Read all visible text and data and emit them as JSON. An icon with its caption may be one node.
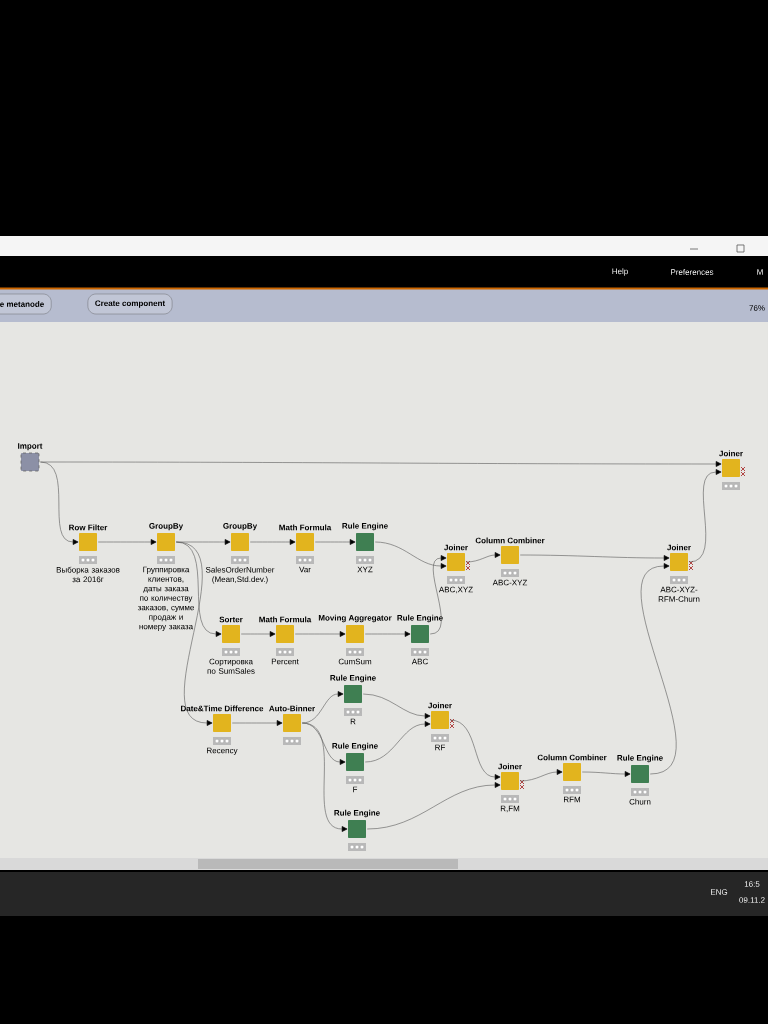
{
  "diagram": {
    "nodes": [
      {
        "text": [
          "Import"
        ]
      },
      {
        "text": [
          "Row Filter"
        ],
        "beside": [
          "Выборка заказов за 2016г"
        ]
      },
      {
        "text": [
          "GroupBy"
        ],
        "beside": [
          "Группировка клиентов, даты заказа по количеству заказов, сумме продаж и номеру заказа"
        ]
      },
      {
        "text": [
          "GroupBy"
        ],
        "beside": [
          "SalesOrderNumber (Mean,Std.dev.)"
        ]
      },
      {
        "text": [
          "Math Formula"
        ],
        "beside": [
          "Var"
        ]
      },
      {
        "text": [
          "Rule Engine"
        ],
        "beside": [
          "XYZ"
        ]
      },
      {
        "text": [
          "Joiner"
        ],
        "beside": [
          "ABC,XYZ"
        ]
      },
      {
        "text": [
          "Column Combiner"
        ],
        "beside": [
          "ABC-XYZ"
        ]
      },
      {
        "text": [
          "Joiner"
        ],
        "beside": [
          "ABC-XYZ-RFM-Churn"
        ]
      },
      {
        "text": [
          "Joiner"
        ]
      },
      {
        "text": [
          "Sorter"
        ],
        "beside": [
          "Сортировка по SumSales"
        ]
      },
      {
        "text": [
          "Math Formula"
        ],
        "beside": [
          "Percent"
        ]
      },
      {
        "text": [
          "Moving Aggregator"
        ],
        "beside": [
          "CumSum"
        ]
      },
      {
        "text": [
          "Rule Engine"
        ],
        "beside": [
          "ABC"
        ]
      },
      {
        "text": [
          "Date&Time Difference"
        ],
        "beside": [
          "Recency"
        ]
      },
      {
        "text": [
          "Auto-Binner"
        ]
      },
      {
        "text": [
          "Rule Engine"
        ],
        "beside": [
          "R"
        ]
      },
      {
        "text": [
          "Rule Engine"
        ],
        "beside": [
          "F"
        ]
      },
      {
        "text": [
          "Joiner"
        ],
        "beside": [
          "RF"
        ]
      },
      {
        "text": [
          "Rule Engine"
        ]
      },
      {
        "text": [
          "Joiner"
        ],
        "beside": [
          "R,FM"
        ]
      },
      {
        "text": [
          "Column Combiner"
        ],
        "beside": [
          "RFM"
        ]
      },
      {
        "text": [
          "Rule Engine"
        ],
        "beside": [
          "Churn"
        ]
      }
    ],
    "edges": [
      {
        "from": 0,
        "to": 9,
        "arrow": "to"
      },
      {
        "from": 0,
        "to": 1,
        "arrow": "to"
      },
      {
        "from": 1,
        "to": 2,
        "arrow": "to"
      },
      {
        "from": 2,
        "to": 3,
        "arrow": "to"
      },
      {
        "from": 2,
        "to": 10,
        "arrow": "to"
      },
      {
        "from": 2,
        "to": 14,
        "arrow": "to"
      },
      {
        "from": 3,
        "to": 4,
        "arrow": "to"
      },
      {
        "from": 4,
        "to": 5,
        "arrow": "to"
      },
      {
        "from": 13,
        "to": 6,
        "arrow": "to"
      },
      {
        "from": 5,
        "to": 6,
        "arrow": "to"
      },
      {
        "from": 6,
        "to": 7,
        "arrow": "to"
      },
      {
        "from": 7,
        "to": 8,
        "arrow": "to"
      },
      {
        "from": 22,
        "to": 8,
        "arrow": "to"
      },
      {
        "from": 8,
        "to": 9,
        "arrow": "to"
      },
      {
        "from": 10,
        "to": 11,
        "arrow": "to"
      },
      {
        "from": 11,
        "to": 12,
        "arrow": "to"
      },
      {
        "from": 12,
        "to": 13,
        "arrow": "to"
      },
      {
        "from": 14,
        "to": 15,
        "arrow": "to"
      },
      {
        "from": 15,
        "to": 16,
        "arrow": "to"
      },
      {
        "from": 15,
        "to": 17,
        "arrow": "to"
      },
      {
        "from": 15,
        "to": 19,
        "arrow": "to"
      },
      {
        "from": 16,
        "to": 18,
        "arrow": "to"
      },
      {
        "from": 17,
        "to": 18,
        "arrow": "to"
      },
      {
        "from": 18,
        "to": 20,
        "arrow": "to"
      },
      {
        "from": 19,
        "to": 20,
        "arrow": "to"
      },
      {
        "from": 20,
        "to": 21,
        "arrow": "to"
      },
      {
        "from": 21,
        "to": 22,
        "arrow": "to"
      }
    ],
    "labels": [
      "Help",
      "Preferences",
      "M",
      "e metanode",
      "Create component",
      "76%",
      "ENG",
      "16:5",
      "09.11.2"
    ]
  }
}
